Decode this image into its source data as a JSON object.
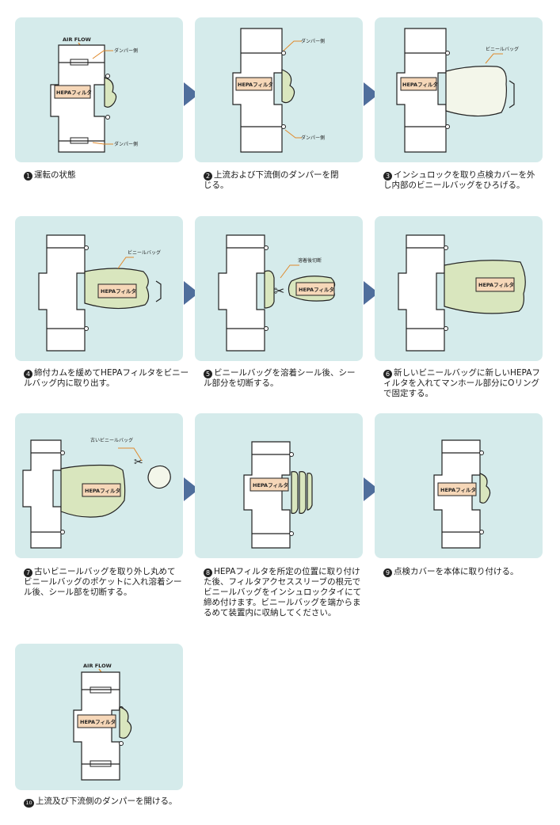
{
  "labels": {
    "air_flow": "AIR FLOW",
    "damper_upper": "ダンパー側",
    "damper_lower": "ダンパー側",
    "hepa_filter": "HEPAフィルタ",
    "vinyl_bag": "ビニールバッグ",
    "weld_cut": "溶着後切断",
    "old_vinyl_bag": "古いビニールバッグ"
  },
  "steps": [
    {
      "number": "1",
      "text": "運転の状態"
    },
    {
      "number": "2",
      "text": "上流および下流側のダンパーを閉じる。"
    },
    {
      "number": "3",
      "text": "インシュロックを取り点検カバーを外し内部のビニールバッグをひろげる。"
    },
    {
      "number": "4",
      "text": "締付カムを緩めてHEPAフィルタをビニールバッグ内に取り出す。"
    },
    {
      "number": "5",
      "text": "ビニールバッグを溶着シール後、シール部分を切断する。"
    },
    {
      "number": "6",
      "text": "新しいビニールバッグに新しいHEPAフィルタを入れてマンホール部分にOリングで固定する。"
    },
    {
      "number": "7",
      "text": "古いビニールバッグを取り外し丸めてビニールバッグのポケットに入れ溶着シール後、シール部を切断する。"
    },
    {
      "number": "8",
      "text": "HEPAフィルタを所定の位置に取り付けた後、フィルタアクセススリーブの根元でビニールバッグをインシュロックタイにて締め付けます。ビニールバッグを端からまるめて装置内に収納してください。"
    },
    {
      "number": "9",
      "text": "点検カバーを本体に取り付ける。"
    },
    {
      "number": "10",
      "text": "上流及び下流側のダンパーを開ける。"
    }
  ],
  "colors": {
    "panel_bg": "#d5ebeb",
    "arrow": "#4f6e9c",
    "bag_fill": "#d9e6be",
    "filter_fill": "#f6d7b8",
    "leader_line": "#e08a2c"
  },
  "icons": {
    "arrow": "triangle-right",
    "scissors": "scissors-icon",
    "step_number": "filled-circle-number"
  }
}
